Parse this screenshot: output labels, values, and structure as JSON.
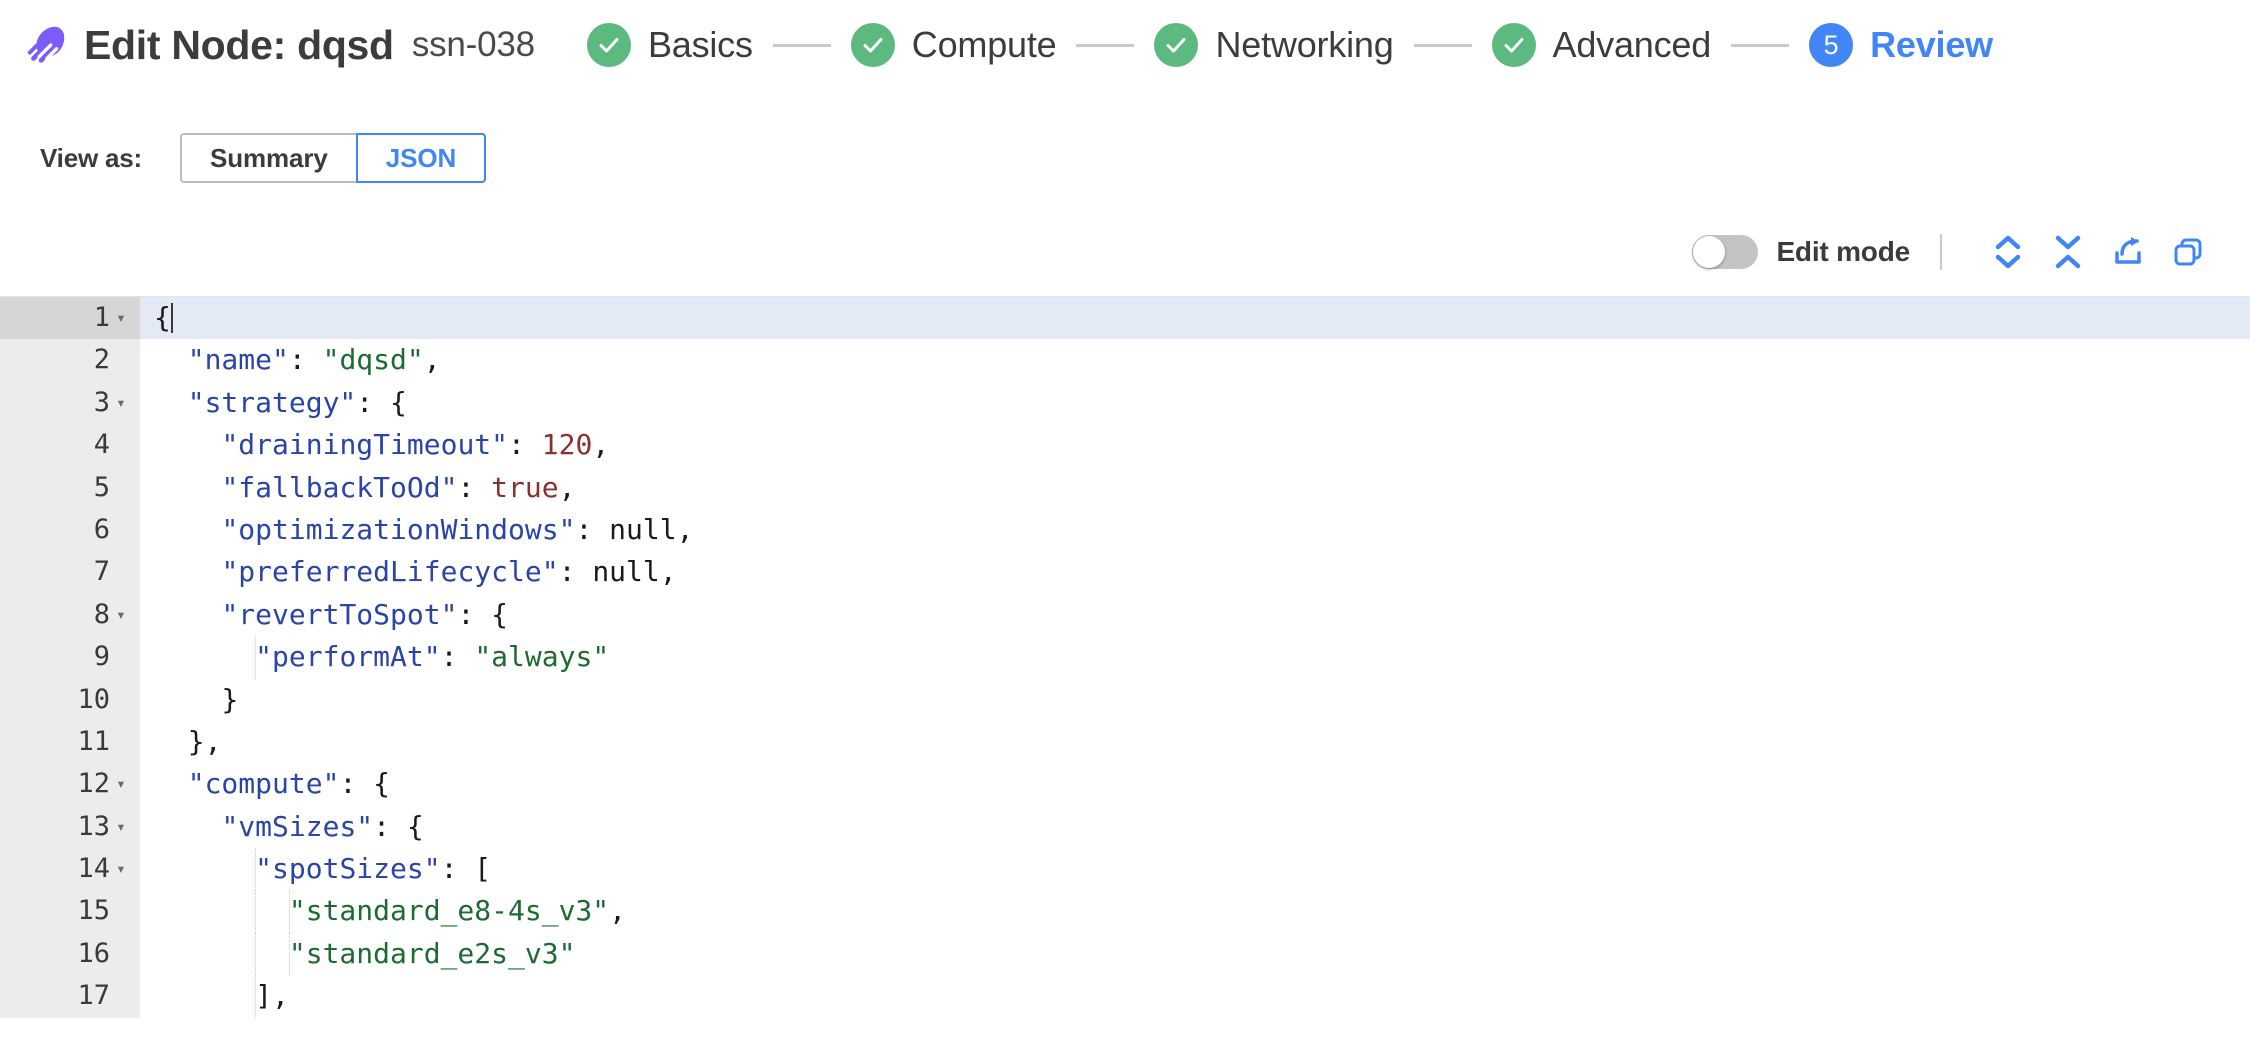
{
  "header": {
    "logo_icon": "rocket-logo-icon",
    "title": "Edit Node: dqsd",
    "subtitle": "ssn-038",
    "brand_color": "#7c5cfa"
  },
  "stepper": {
    "done_color": "#5cb97f",
    "active_color": "#4285f4",
    "steps": [
      {
        "label": "Basics",
        "state": "done",
        "marker": "check"
      },
      {
        "label": "Compute",
        "state": "done",
        "marker": "check"
      },
      {
        "label": "Networking",
        "state": "done",
        "marker": "check"
      },
      {
        "label": "Advanced",
        "state": "done",
        "marker": "check"
      },
      {
        "label": "Review",
        "state": "active",
        "marker": "5"
      }
    ]
  },
  "view_as": {
    "label": "View as:",
    "options": [
      {
        "label": "Summary",
        "selected": false
      },
      {
        "label": "JSON",
        "selected": true
      }
    ]
  },
  "editor_toolbar": {
    "edit_mode_label": "Edit mode",
    "edit_mode_on": false,
    "icons": [
      {
        "name": "expand-all-icon",
        "title": "Expand all"
      },
      {
        "name": "collapse-all-icon",
        "title": "Collapse all"
      },
      {
        "name": "export-icon",
        "title": "Export"
      },
      {
        "name": "copy-icon",
        "title": "Copy"
      }
    ],
    "icon_color": "#4285f4"
  },
  "code_editor": {
    "language": "json",
    "highlighted_line": 1,
    "colors": {
      "key": "#2a44a8",
      "string": "#1d6b33",
      "number": "#8c2f2f",
      "boolean": "#8c2f2f",
      "null": "#1a1a1a",
      "punctuation": "#1a1a1a",
      "gutter_bg": "#ececec",
      "active_line_bg": "#e3e9f5"
    },
    "lines": [
      {
        "num": 1,
        "fold": true,
        "indent": 0,
        "tokens": [
          {
            "t": "{",
            "c": "p"
          },
          {
            "t": "",
            "c": "caret"
          }
        ]
      },
      {
        "num": 2,
        "fold": false,
        "indent": 1,
        "tokens": [
          {
            "t": "\"name\"",
            "c": "k"
          },
          {
            "t": ": ",
            "c": "p"
          },
          {
            "t": "\"dqsd\"",
            "c": "s"
          },
          {
            "t": ",",
            "c": "p"
          }
        ]
      },
      {
        "num": 3,
        "fold": true,
        "indent": 1,
        "tokens": [
          {
            "t": "\"strategy\"",
            "c": "k"
          },
          {
            "t": ": {",
            "c": "p"
          }
        ]
      },
      {
        "num": 4,
        "fold": false,
        "indent": 2,
        "tokens": [
          {
            "t": "\"drainingTimeout\"",
            "c": "k"
          },
          {
            "t": ": ",
            "c": "p"
          },
          {
            "t": "120",
            "c": "n"
          },
          {
            "t": ",",
            "c": "p"
          }
        ]
      },
      {
        "num": 5,
        "fold": false,
        "indent": 2,
        "tokens": [
          {
            "t": "\"fallbackToOd\"",
            "c": "k"
          },
          {
            "t": ": ",
            "c": "p"
          },
          {
            "t": "true",
            "c": "b"
          },
          {
            "t": ",",
            "c": "p"
          }
        ]
      },
      {
        "num": 6,
        "fold": false,
        "indent": 2,
        "tokens": [
          {
            "t": "\"optimizationWindows\"",
            "c": "k"
          },
          {
            "t": ": ",
            "c": "p"
          },
          {
            "t": "null",
            "c": "nl"
          },
          {
            "t": ",",
            "c": "p"
          }
        ]
      },
      {
        "num": 7,
        "fold": false,
        "indent": 2,
        "tokens": [
          {
            "t": "\"preferredLifecycle\"",
            "c": "k"
          },
          {
            "t": ": ",
            "c": "p"
          },
          {
            "t": "null",
            "c": "nl"
          },
          {
            "t": ",",
            "c": "p"
          }
        ]
      },
      {
        "num": 8,
        "fold": true,
        "indent": 2,
        "tokens": [
          {
            "t": "\"revertToSpot\"",
            "c": "k"
          },
          {
            "t": ": {",
            "c": "p"
          }
        ]
      },
      {
        "num": 9,
        "fold": false,
        "indent": 3,
        "tokens": [
          {
            "t": "\"performAt\"",
            "c": "k"
          },
          {
            "t": ": ",
            "c": "p"
          },
          {
            "t": "\"always\"",
            "c": "s"
          }
        ]
      },
      {
        "num": 10,
        "fold": false,
        "indent": 2,
        "tokens": [
          {
            "t": "}",
            "c": "p"
          }
        ]
      },
      {
        "num": 11,
        "fold": false,
        "indent": 1,
        "tokens": [
          {
            "t": "},",
            "c": "p"
          }
        ]
      },
      {
        "num": 12,
        "fold": true,
        "indent": 1,
        "tokens": [
          {
            "t": "\"compute\"",
            "c": "k"
          },
          {
            "t": ": {",
            "c": "p"
          }
        ]
      },
      {
        "num": 13,
        "fold": true,
        "indent": 2,
        "tokens": [
          {
            "t": "\"vmSizes\"",
            "c": "k"
          },
          {
            "t": ": {",
            "c": "p"
          }
        ]
      },
      {
        "num": 14,
        "fold": true,
        "indent": 3,
        "tokens": [
          {
            "t": "\"spotSizes\"",
            "c": "k"
          },
          {
            "t": ": [",
            "c": "p"
          }
        ]
      },
      {
        "num": 15,
        "fold": false,
        "indent": 4,
        "tokens": [
          {
            "t": "\"standard_e8-4s_v3\"",
            "c": "s"
          },
          {
            "t": ",",
            "c": "p"
          }
        ]
      },
      {
        "num": 16,
        "fold": false,
        "indent": 4,
        "tokens": [
          {
            "t": "\"standard_e2s_v3\"",
            "c": "s"
          }
        ]
      },
      {
        "num": 17,
        "fold": false,
        "indent": 3,
        "tokens": [
          {
            "t": "],",
            "c": "p"
          }
        ]
      }
    ]
  }
}
